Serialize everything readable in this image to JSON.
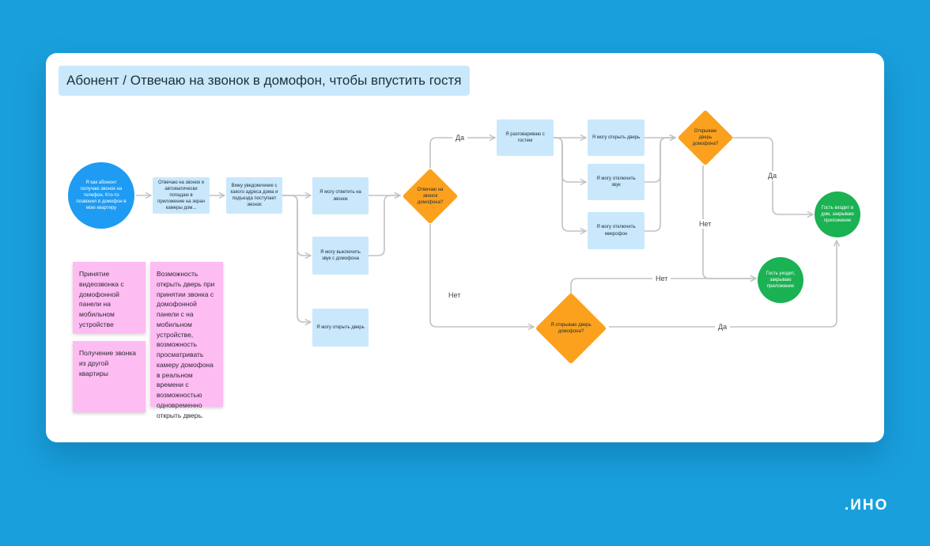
{
  "title": "Абонент / Отвечаю на звонок в домофон, чтобы впустить гостя",
  "nodes": {
    "start": "Я как абонент получаю звонок на телефон. Кто-то позвонил в домофон в мою квартиру",
    "answer_auto": "Отвечаю на звонок и автоматически попадаю в приложение на экран камеры дом...",
    "see_notification": "Вижу уведомление с какого адреса дома и подъезда поступает звонок",
    "can_answer": "Я могу ответить на звонок",
    "can_mute_intercom": "Я могу выключить звук с домофона",
    "can_open_door_1": "Я могу открыть дверь",
    "answered_q": "Отвечаю на звонок домофона?",
    "talking": "Я разговариваю с гостем",
    "can_open_door_2": "Я могу открыть дверь",
    "can_mute_sound": "Я могу отключить звук",
    "can_mute_mic": "Я могу отключить микрофон",
    "opening_q": "Открываю дверь домофона?",
    "opened_q": "Я открываю дверь домофона?",
    "guest_enters": "Гость входит в дом, закрываю приложение",
    "guest_leaves": "Гость уходит, закрываю приложение"
  },
  "edge_labels": {
    "yes_1": "Да",
    "no_1": "Нет",
    "yes_2": "Да",
    "no_2": "Нет",
    "no_3": "Нет",
    "yes_3": "Да"
  },
  "stickies": [
    "Принятие видеозвонка с домофонной панели на мобильном устройстве",
    "Получение звонка из другой квартиры",
    "Возможность открыть дверь при принятии звонка с домофонной панели с на мобильном устройстве, возможность просматривать камеру домофона в реальном времени с возможностью одновременно открыть дверь."
  ],
  "logo": ".ИНО",
  "colors": {
    "background": "#19a0dc",
    "card": "#ffffff",
    "box": "#c9e8fc",
    "start_circle": "#1e9bf2",
    "end_circle": "#1ab253",
    "decision": "#fba11d",
    "sticky": "#fdbcf2",
    "connector": "#c2c2c2"
  }
}
